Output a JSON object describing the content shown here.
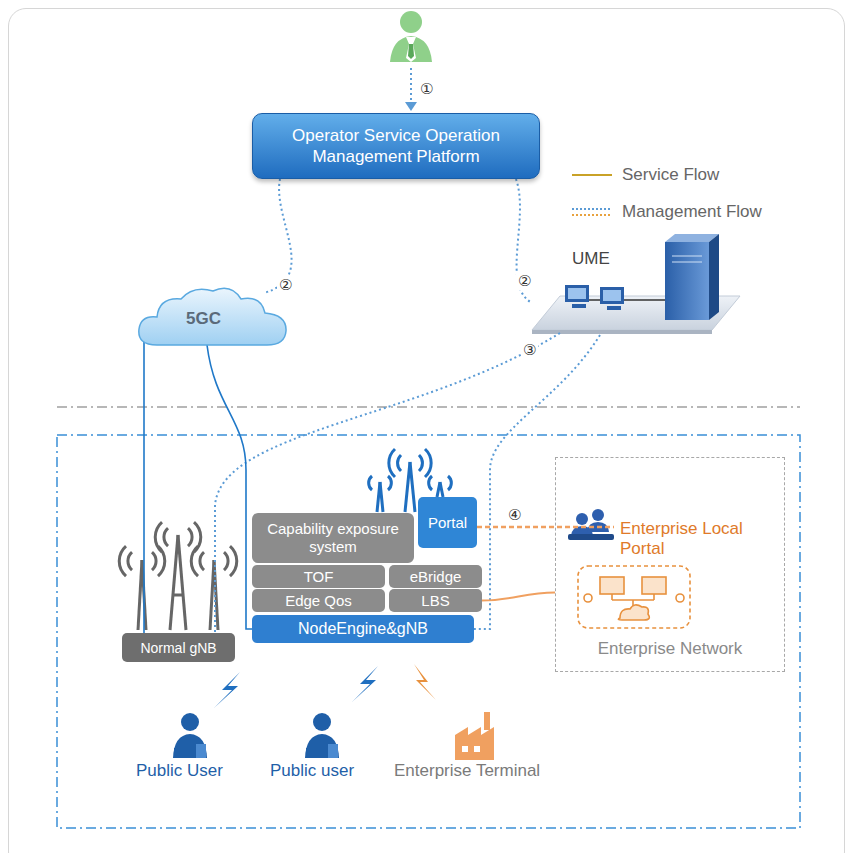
{
  "diagram": {
    "nodes": [
      {
        "text": [
          "Operator Service Operation Management Platform"
        ]
      },
      {
        "text": [
          "5GC"
        ]
      },
      {
        "text": [
          "UME"
        ]
      },
      {
        "text": [
          "Normal gNB"
        ]
      },
      {
        "text": [
          "Capability exposure system"
        ]
      },
      {
        "text": [
          "Portal"
        ]
      },
      {
        "text": [
          "TOF"
        ]
      },
      {
        "text": [
          "eBridge"
        ]
      },
      {
        "text": [
          "Edge Qos"
        ]
      },
      {
        "text": [
          "LBS"
        ]
      },
      {
        "text": [
          "NodeEngine&gNB"
        ]
      },
      {
        "text": [
          "Enterprise Network"
        ]
      },
      {
        "text": [
          "Enterprise Local Portal"
        ],
        "in": 11
      }
    ],
    "edges": [
      {
        "from": 0,
        "to": 1,
        "label": "②",
        "arrow": "none"
      },
      {
        "from": 0,
        "to": 2,
        "label": "②",
        "arrow": "none"
      },
      {
        "from": 2,
        "to": 3,
        "arrow": "none"
      },
      {
        "from": 2,
        "to": 10,
        "label": "③",
        "arrow": "none"
      },
      {
        "from": 1,
        "to": 3,
        "arrow": "none"
      },
      {
        "from": 1,
        "to": 10,
        "arrow": "none"
      },
      {
        "from": 5,
        "to": 12,
        "label": "④",
        "arrow": "none"
      },
      {
        "from": 9,
        "to": 11,
        "arrow": "none"
      }
    ],
    "labels": [
      "①",
      "Public User",
      "Public user",
      "Enterprise Terminal"
    ],
    "legend": [
      {
        "text": "Service Flow"
      },
      {
        "text": "Management Flow"
      }
    ]
  }
}
